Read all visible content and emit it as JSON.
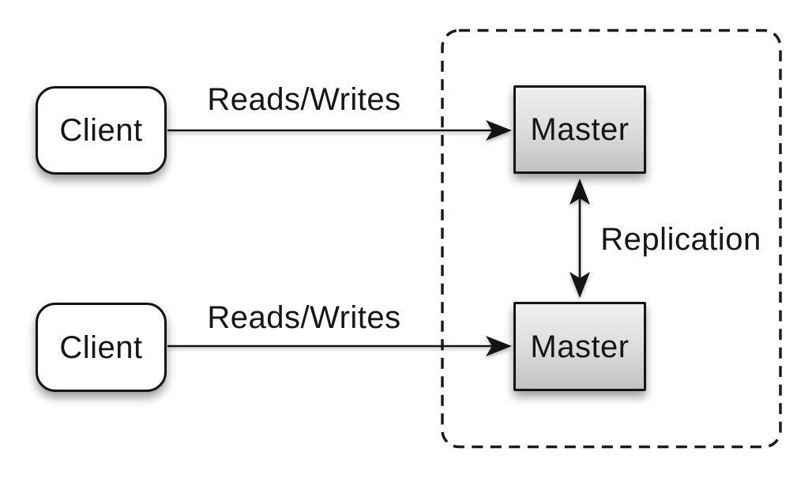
{
  "diagram": {
    "clients": [
      {
        "label": "Client"
      },
      {
        "label": "Client"
      }
    ],
    "masters": [
      {
        "label": "Master"
      },
      {
        "label": "Master"
      }
    ],
    "edges": [
      {
        "id": "reads-writes-top",
        "label": "Reads/Writes",
        "from": "client-1",
        "to": "master-1",
        "direction": "one-way"
      },
      {
        "id": "reads-writes-bottom",
        "label": "Reads/Writes",
        "from": "client-2",
        "to": "master-2",
        "direction": "one-way"
      },
      {
        "id": "replication",
        "label": "Replication",
        "from": "master-1",
        "to": "master-2",
        "direction": "two-way"
      }
    ],
    "boundary": {
      "style": "dashed",
      "contains": [
        "master-1",
        "master-2"
      ]
    },
    "colors": {
      "background": "#ffffff",
      "stroke": "#141414",
      "text": "#161616",
      "client_fill": "#ffffff",
      "master_fill_top": "#f0f0f0",
      "master_fill_bottom": "#c2c2c2"
    }
  }
}
